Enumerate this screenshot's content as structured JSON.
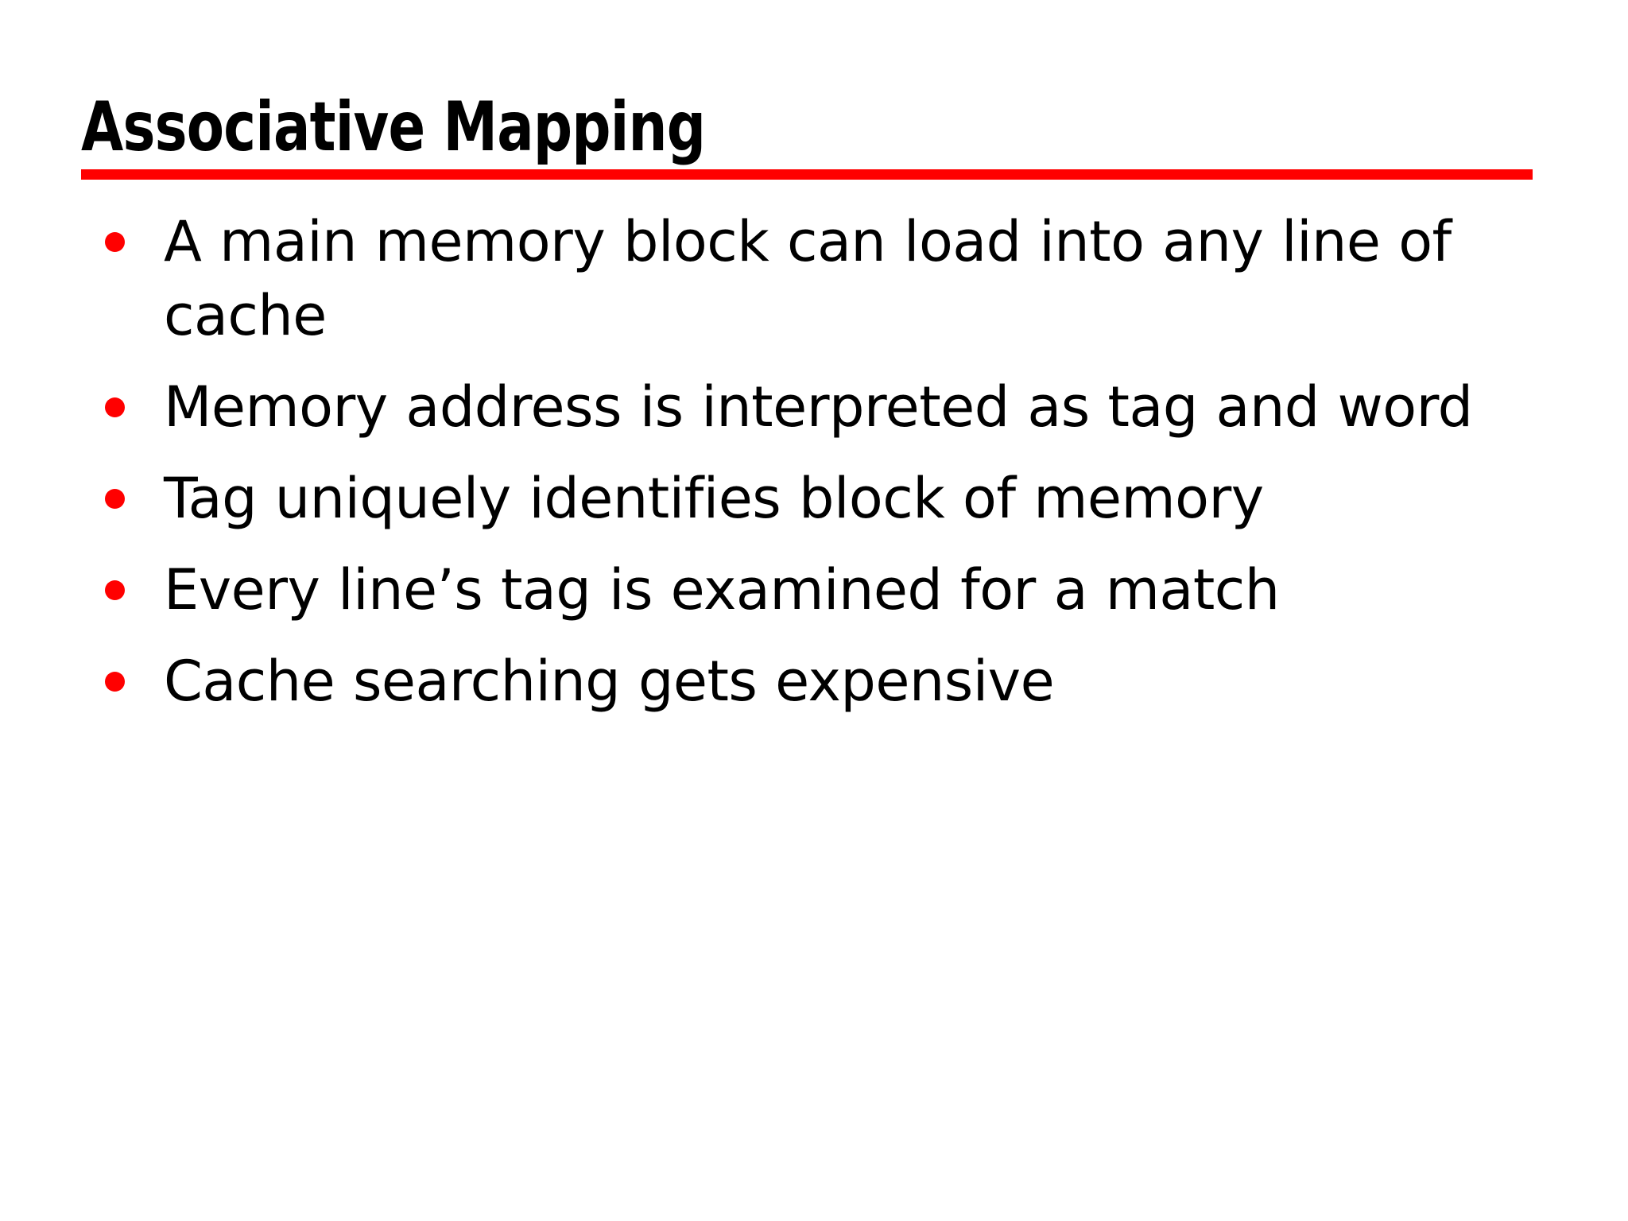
{
  "slide": {
    "title": "Associative Mapping",
    "accent_color": "#FF0000",
    "text_color": "#000000",
    "background_color": "#FFFFFF",
    "bullet_glyph": "filled-circle",
    "bullets": [
      {
        "text": "A main memory block can load into any line of cache"
      },
      {
        "text": "Memory address is interpreted as tag and word"
      },
      {
        "text": "Tag uniquely identifies block of memory"
      },
      {
        "text": "Every line’s tag is examined for a match"
      },
      {
        "text": "Cache searching gets expensive"
      }
    ]
  }
}
